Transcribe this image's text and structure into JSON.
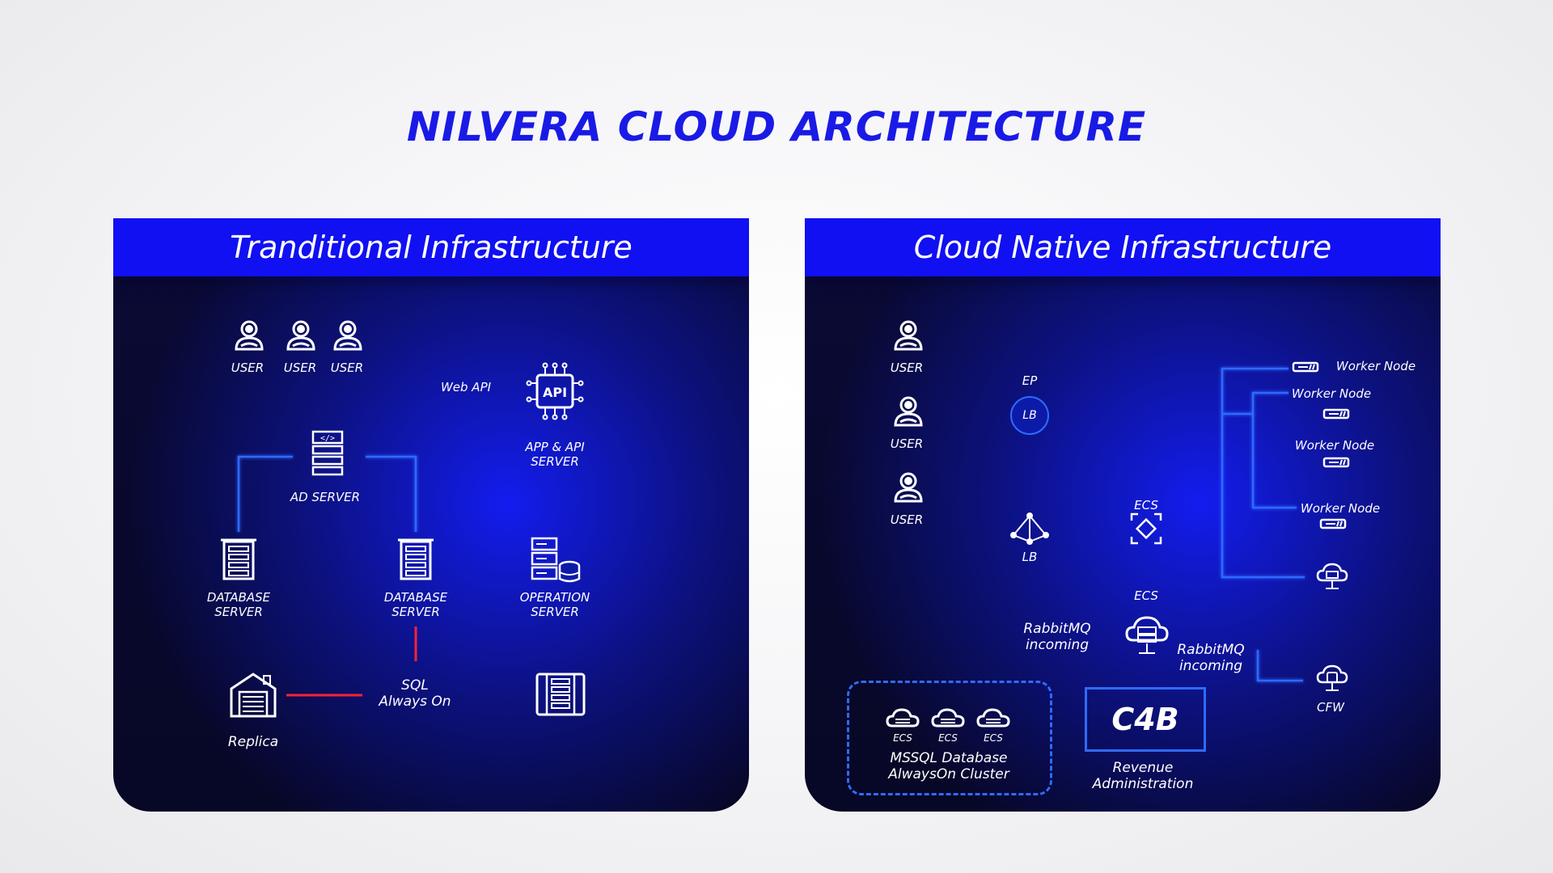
{
  "title": "NILVERA CLOUD ARCHITECTURE",
  "colors": {
    "accent": "#1a1ae6",
    "header": "#1010f2",
    "wire": "#2f6bff",
    "wire_alert": "#ff2233"
  },
  "traditional": {
    "header": "Tranditional Infrastructure",
    "users": [
      "USER",
      "USER",
      "USER"
    ],
    "web_api": "Web API",
    "app_server": "APP & API\nSERVER",
    "api_badge": "API",
    "ad_server": "AD SERVER",
    "db_server_1": "DATABASE\nSERVER",
    "db_server_2": "DATABASE\nSERVER",
    "operation_server": "OPERATION\nSERVER",
    "sql": "SQL\nAlways On",
    "replica": "Replica"
  },
  "cloud": {
    "header": "Cloud Native Infrastructure",
    "users": [
      "USER",
      "USER",
      "USER"
    ],
    "ep": "EP",
    "lb_circle": "LB",
    "lb": "LB",
    "ecs_top": "ECS",
    "ecs_bottom": "ECS",
    "worker_nodes": [
      "Worker Node",
      "Worker Node",
      "Worker Node",
      "Worker Node"
    ],
    "rabbit_left": "RabbitMQ\nincoming",
    "rabbit_right": "RabbitMQ\nincoming",
    "cfw": "CFW",
    "c4b": "C4B",
    "revenue": "Revenue\nAdministration",
    "ecs_cluster": [
      "ECS",
      "ECS",
      "ECS"
    ],
    "mssql": "MSSQL Database\nAlwaysOn Cluster"
  }
}
